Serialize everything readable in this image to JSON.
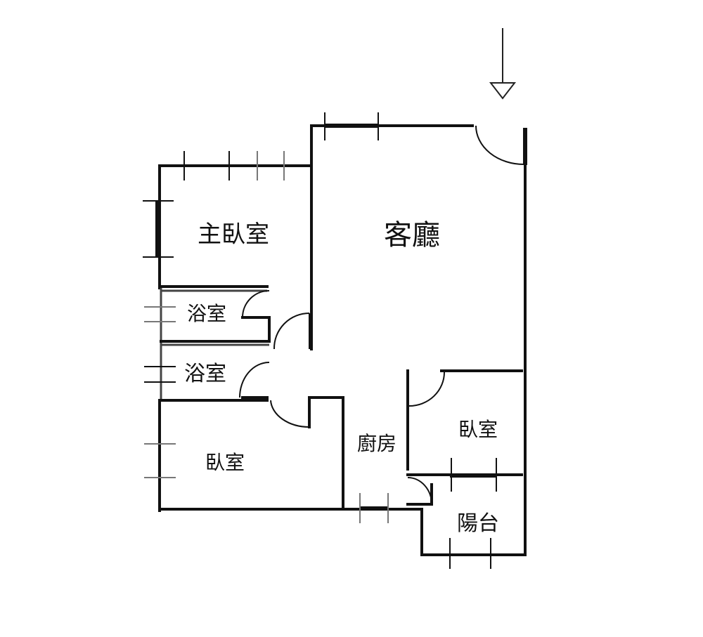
{
  "rooms": {
    "master_bedroom": "主臥室",
    "living_room": "客廳",
    "bathroom_1": "浴室",
    "bathroom_2": "浴室",
    "bedroom_1": "臥室",
    "kitchen": "廚房",
    "bedroom_2": "臥室",
    "balcony": "陽台"
  },
  "entrance_arrow_icon": "down-arrow-icon"
}
